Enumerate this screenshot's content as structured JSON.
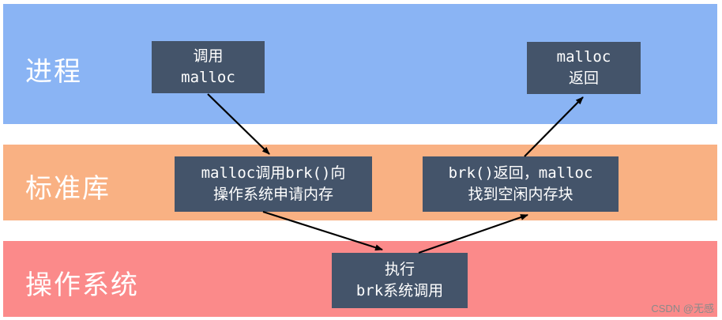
{
  "bands": {
    "process": "进程",
    "library": "标准库",
    "os": "操作系统"
  },
  "boxes": {
    "call_malloc": [
      "调用",
      "malloc"
    ],
    "malloc_calls_brk": [
      "malloc调用brk()向",
      "操作系统申请内存"
    ],
    "exec_brk": [
      "执行",
      "brk系统调用"
    ],
    "brk_returns": [
      "brk()返回，malloc",
      "找到空闲内存块"
    ],
    "malloc_returns": [
      "malloc",
      "返回"
    ]
  },
  "watermark": "CSDN @无感",
  "colors": {
    "process_band": "#8ab4f4",
    "library_band": "#f9b183",
    "os_band": "#fb8a8a",
    "box_fill": "#44546a",
    "arrow": "#000000"
  }
}
